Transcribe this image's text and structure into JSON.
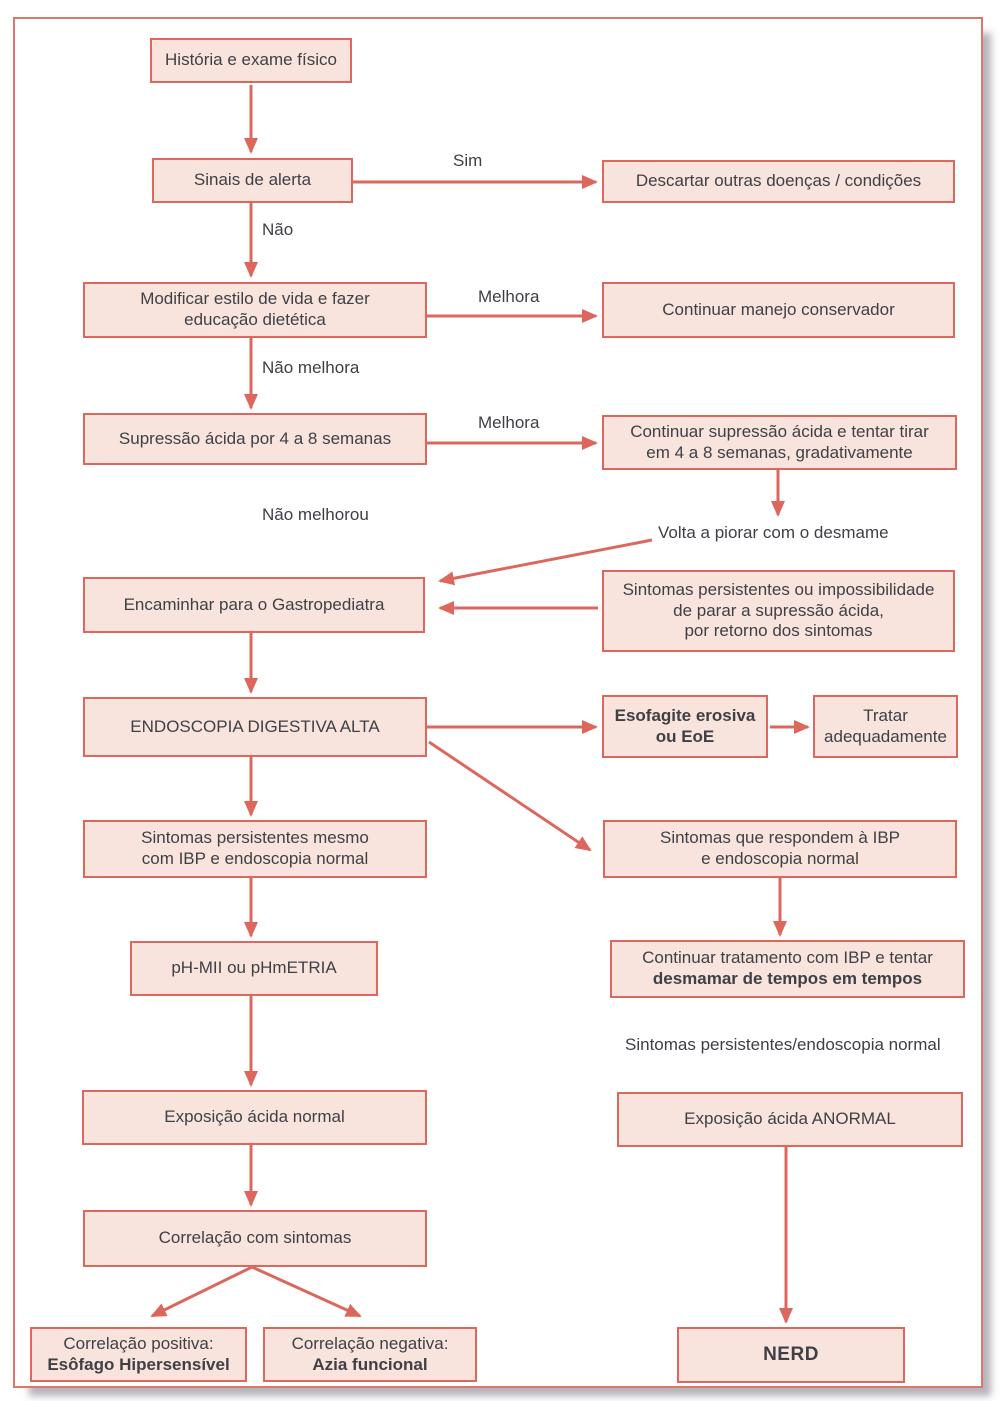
{
  "diagram": {
    "colors": {
      "accent": "#dd675d",
      "node_fill": "#f9e4dd",
      "text": "#3e4046"
    },
    "nodes": {
      "historia": {
        "label": "História e exame físico"
      },
      "sinais": {
        "label": "Sinais de alerta"
      },
      "descartar": {
        "label": "Descartar outras doenças / condições"
      },
      "modificar": {
        "line1": "Modificar estilo de vida e fazer",
        "line2": "educação dietética"
      },
      "continuar_manejo": {
        "label": "Continuar manejo conservador"
      },
      "supressao": {
        "label": "Supressão ácida por 4 a 8 semanas"
      },
      "continuar_supressao": {
        "line1": "Continuar supressão ácida e tentar tirar",
        "line2": "em 4 a 8 semanas, gradativamente"
      },
      "sintomas_impossibilidade": {
        "line1": "Sintomas persistentes ou impossibilidade",
        "line2": "de parar a supressão ácida,",
        "line3": "por retorno dos sintomas"
      },
      "encaminhar": {
        "label": "Encaminhar para o Gastropediatra"
      },
      "endoscopia": {
        "label": "ENDOSCOPIA DIGESTIVA ALTA"
      },
      "esofagite": {
        "line1": "Esofagite erosiva",
        "line2": "ou EoE"
      },
      "tratar": {
        "line1": "Tratar",
        "line2": "adequadamente"
      },
      "sintomas_mesmo": {
        "line1": "Sintomas persistentes mesmo",
        "line2": "com IBP e endoscopia normal"
      },
      "sintomas_respondem": {
        "line1": "Sintomas que respondem à IBP",
        "line2": "e endoscopia normal"
      },
      "phmii": {
        "label": "pH-MII ou pHmETRIA"
      },
      "continuar_ibp": {
        "line1": "Continuar tratamento com IBP e tentar",
        "line2": "desmamar de tempos em tempos"
      },
      "exposicao_normal": {
        "label": "Exposição ácida normal"
      },
      "exposicao_anormal": {
        "label": "Exposição ácida ANORMAL"
      },
      "correlacao": {
        "label": "Correlação com sintomas"
      },
      "correlacao_positiva": {
        "line1": "Correlação positiva:",
        "line2": "Esôfago Hipersensível"
      },
      "correlacao_negativa": {
        "line1": "Correlação negativa:",
        "line2": "Azia funcional"
      },
      "nerd": {
        "label": "NERD"
      }
    },
    "edge_labels": {
      "sim": "Sim",
      "nao": "Não",
      "melhora_1": "Melhora",
      "nao_melhora": "Não melhora",
      "melhora_2": "Melhora",
      "nao_melhorou": "Não melhorou",
      "volta_piorar": "Volta a piorar com o desmame",
      "sintomas_endoscopia": "Sintomas persistentes/endoscopia normal"
    }
  }
}
